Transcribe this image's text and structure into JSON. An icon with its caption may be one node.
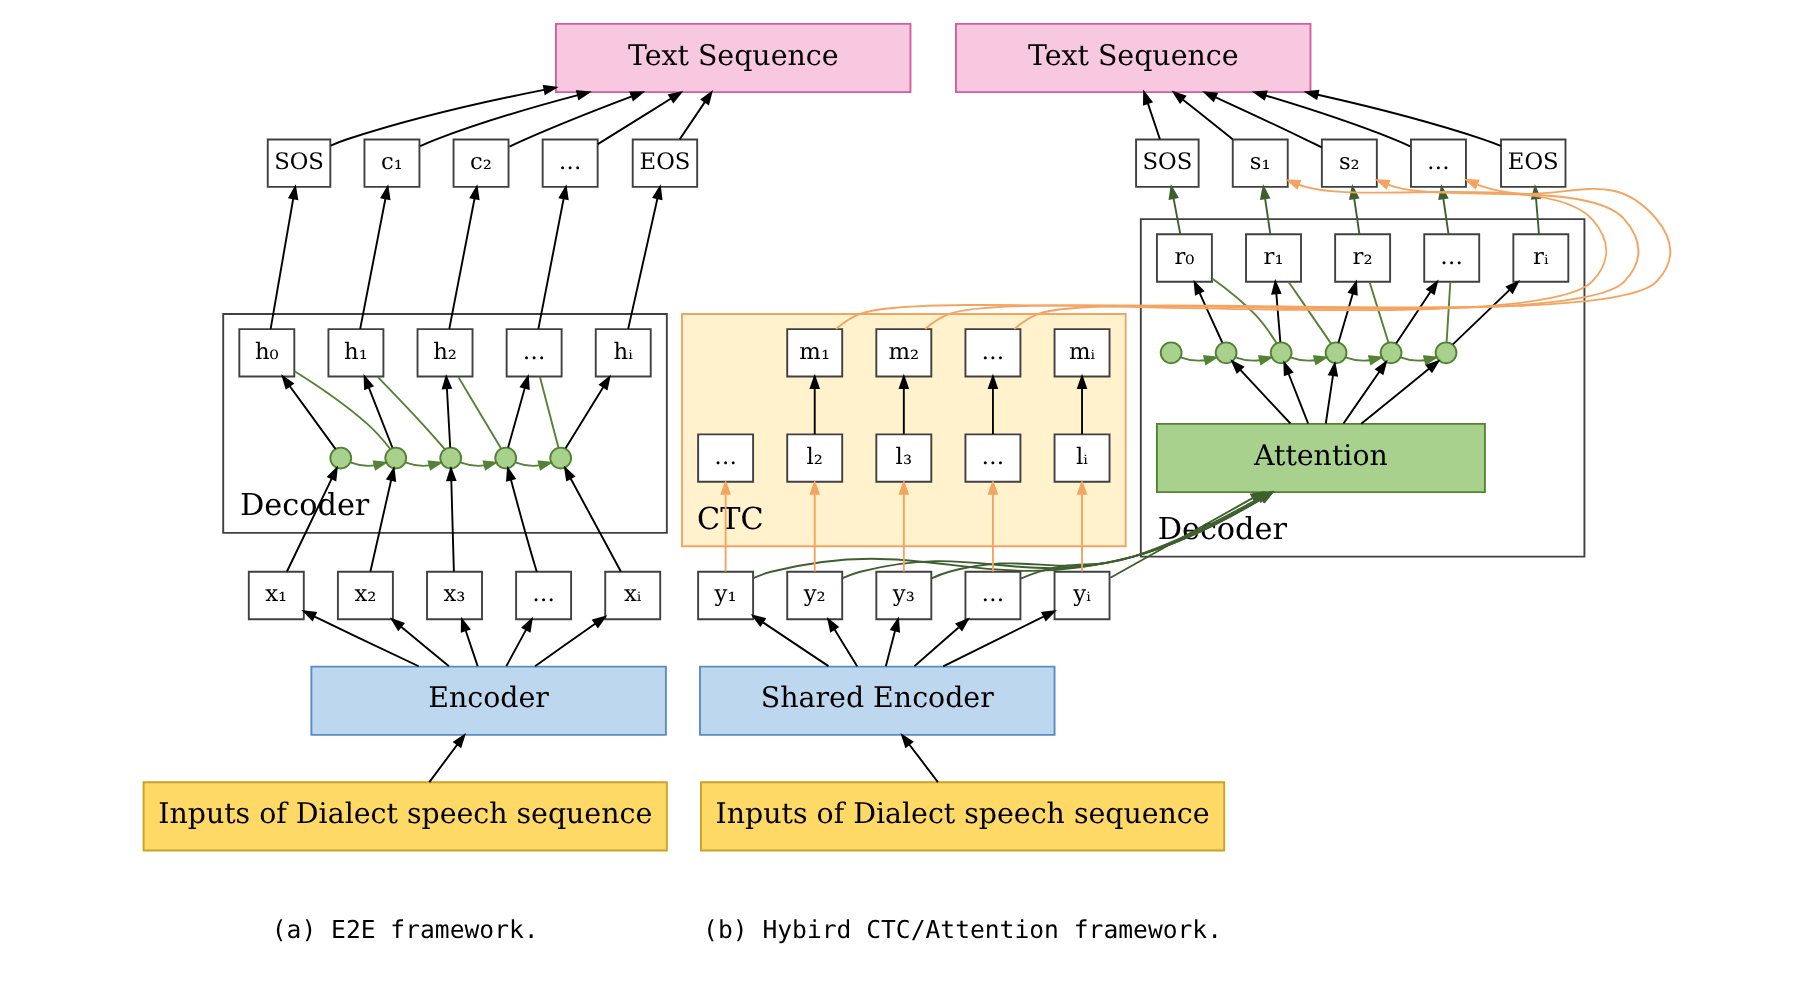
{
  "diagram": {
    "nodes": [
      {
        "text": [
          "Text Sequence"
        ]
      },
      {
        "text": [
          "SOS"
        ]
      },
      {
        "text": [
          "c₁"
        ]
      },
      {
        "text": [
          "c₂"
        ]
      },
      {
        "text": [
          "…"
        ]
      },
      {
        "text": [
          "EOS"
        ]
      },
      {
        "text": [
          "Decoder"
        ]
      },
      {
        "text": [
          "h₀"
        ],
        "in": 6
      },
      {
        "text": [
          "h₁"
        ],
        "in": 6
      },
      {
        "text": [
          "h₂"
        ],
        "in": 6
      },
      {
        "text": [
          "…"
        ],
        "in": 6
      },
      {
        "text": [
          "hᵢ"
        ],
        "in": 6
      },
      {
        "text": [],
        "shape": "circle",
        "in": 6
      },
      {
        "text": [],
        "shape": "circle",
        "in": 6
      },
      {
        "text": [],
        "shape": "circle",
        "in": 6
      },
      {
        "text": [],
        "shape": "circle",
        "in": 6
      },
      {
        "text": [],
        "shape": "circle",
        "in": 6
      },
      {
        "text": [
          "x₁"
        ]
      },
      {
        "text": [
          "x₂"
        ]
      },
      {
        "text": [
          "x₃"
        ]
      },
      {
        "text": [
          "…"
        ]
      },
      {
        "text": [
          "xᵢ"
        ]
      },
      {
        "text": [
          "Encoder"
        ]
      },
      {
        "text": [
          "Inputs of Dialect speech sequence"
        ]
      },
      {
        "text": [
          "Text Sequence"
        ]
      },
      {
        "text": [
          "SOS"
        ]
      },
      {
        "text": [
          "s₁"
        ]
      },
      {
        "text": [
          "s₂"
        ]
      },
      {
        "text": [
          "…"
        ]
      },
      {
        "text": [
          "EOS"
        ]
      },
      {
        "text": [
          "Decoder"
        ]
      },
      {
        "text": [
          "r₀"
        ],
        "in": 30
      },
      {
        "text": [
          "r₁"
        ],
        "in": 30
      },
      {
        "text": [
          "r₂"
        ],
        "in": 30
      },
      {
        "text": [
          "…"
        ],
        "in": 30
      },
      {
        "text": [
          "rᵢ"
        ],
        "in": 30
      },
      {
        "text": [],
        "shape": "circle",
        "in": 30
      },
      {
        "text": [],
        "shape": "circle",
        "in": 30
      },
      {
        "text": [],
        "shape": "circle",
        "in": 30
      },
      {
        "text": [],
        "shape": "circle",
        "in": 30
      },
      {
        "text": [],
        "shape": "circle",
        "in": 30
      },
      {
        "text": [],
        "shape": "circle",
        "in": 30
      },
      {
        "text": [
          "Attention"
        ],
        "in": 30
      },
      {
        "text": [
          "CTC"
        ]
      },
      {
        "text": [
          "m₁"
        ],
        "in": 43
      },
      {
        "text": [
          "m₂"
        ],
        "in": 43
      },
      {
        "text": [
          "…"
        ],
        "in": 43
      },
      {
        "text": [
          "mᵢ"
        ],
        "in": 43
      },
      {
        "text": [
          "…"
        ],
        "in": 43
      },
      {
        "text": [
          "l₂"
        ],
        "in": 43
      },
      {
        "text": [
          "l₃"
        ],
        "in": 43
      },
      {
        "text": [
          "…"
        ],
        "in": 43
      },
      {
        "text": [
          "lᵢ"
        ],
        "in": 43
      },
      {
        "text": [
          "y₁"
        ]
      },
      {
        "text": [
          "y₂"
        ]
      },
      {
        "text": [
          "y₃"
        ]
      },
      {
        "text": [
          "…"
        ]
      },
      {
        "text": [
          "yᵢ"
        ]
      },
      {
        "text": [
          "Shared Encoder"
        ]
      },
      {
        "text": [
          "Inputs of Dialect speech sequence"
        ]
      }
    ],
    "edges": [
      {
        "from": 23,
        "to": 22,
        "arrow": "to"
      },
      {
        "from": 22,
        "to": 17,
        "arrow": "to"
      },
      {
        "from": 22,
        "to": 18,
        "arrow": "to"
      },
      {
        "from": 22,
        "to": 19,
        "arrow": "to"
      },
      {
        "from": 22,
        "to": 20,
        "arrow": "to"
      },
      {
        "from": 22,
        "to": 21,
        "arrow": "to"
      },
      {
        "from": 17,
        "to": 12,
        "arrow": "to"
      },
      {
        "from": 18,
        "to": 13,
        "arrow": "to"
      },
      {
        "from": 19,
        "to": 14,
        "arrow": "to"
      },
      {
        "from": 20,
        "to": 15,
        "arrow": "to"
      },
      {
        "from": 21,
        "to": 16,
        "arrow": "to"
      },
      {
        "from": 12,
        "to": 7,
        "arrow": "to"
      },
      {
        "from": 13,
        "to": 8,
        "arrow": "to"
      },
      {
        "from": 14,
        "to": 9,
        "arrow": "to"
      },
      {
        "from": 15,
        "to": 10,
        "arrow": "to"
      },
      {
        "from": 16,
        "to": 11,
        "arrow": "to"
      },
      {
        "from": 12,
        "to": 13,
        "arrow": "to",
        "color": "#548235"
      },
      {
        "from": 13,
        "to": 14,
        "arrow": "to",
        "color": "#548235"
      },
      {
        "from": 14,
        "to": 15,
        "arrow": "to",
        "color": "#548235"
      },
      {
        "from": 15,
        "to": 16,
        "arrow": "to",
        "color": "#548235"
      },
      {
        "from": 7,
        "to": 13,
        "arrow": "none",
        "color": "#548235"
      },
      {
        "from": 8,
        "to": 14,
        "arrow": "none",
        "color": "#548235"
      },
      {
        "from": 9,
        "to": 15,
        "arrow": "none",
        "color": "#548235"
      },
      {
        "from": 10,
        "to": 16,
        "arrow": "none",
        "color": "#548235"
      },
      {
        "from": 7,
        "to": 1,
        "arrow": "to"
      },
      {
        "from": 8,
        "to": 2,
        "arrow": "to"
      },
      {
        "from": 9,
        "to": 3,
        "arrow": "to"
      },
      {
        "from": 10,
        "to": 4,
        "arrow": "to"
      },
      {
        "from": 11,
        "to": 5,
        "arrow": "to"
      },
      {
        "from": 1,
        "to": 0,
        "arrow": "to"
      },
      {
        "from": 2,
        "to": 0,
        "arrow": "to"
      },
      {
        "from": 3,
        "to": 0,
        "arrow": "to"
      },
      {
        "from": 4,
        "to": 0,
        "arrow": "to"
      },
      {
        "from": 5,
        "to": 0,
        "arrow": "to"
      },
      {
        "from": 59,
        "to": 58,
        "arrow": "to"
      },
      {
        "from": 58,
        "to": 53,
        "arrow": "to"
      },
      {
        "from": 58,
        "to": 54,
        "arrow": "to"
      },
      {
        "from": 58,
        "to": 55,
        "arrow": "to"
      },
      {
        "from": 58,
        "to": 56,
        "arrow": "to"
      },
      {
        "from": 58,
        "to": 57,
        "arrow": "to"
      },
      {
        "from": 53,
        "to": 42,
        "arrow": "to",
        "color": "#3e5f2e"
      },
      {
        "from": 54,
        "to": 42,
        "arrow": "to",
        "color": "#3e5f2e"
      },
      {
        "from": 55,
        "to": 42,
        "arrow": "to",
        "color": "#3e5f2e"
      },
      {
        "from": 56,
        "to": 42,
        "arrow": "to",
        "color": "#3e5f2e"
      },
      {
        "from": 57,
        "to": 42,
        "arrow": "to",
        "color": "#3e5f2e"
      },
      {
        "from": 53,
        "to": 48,
        "arrow": "to",
        "color": "#f4a460"
      },
      {
        "from": 54,
        "to": 49,
        "arrow": "to",
        "color": "#f4a460"
      },
      {
        "from": 55,
        "to": 50,
        "arrow": "to",
        "color": "#f4a460"
      },
      {
        "from": 56,
        "to": 51,
        "arrow": "to",
        "color": "#f4a460"
      },
      {
        "from": 57,
        "to": 52,
        "arrow": "to",
        "color": "#f4a460"
      },
      {
        "from": 42,
        "to": 37,
        "arrow": "to"
      },
      {
        "from": 42,
        "to": 38,
        "arrow": "to"
      },
      {
        "from": 42,
        "to": 39,
        "arrow": "to"
      },
      {
        "from": 42,
        "to": 40,
        "arrow": "to"
      },
      {
        "from": 42,
        "to": 41,
        "arrow": "to"
      },
      {
        "from": 36,
        "to": 37,
        "arrow": "to",
        "color": "#548235"
      },
      {
        "from": 37,
        "to": 38,
        "arrow": "to",
        "color": "#548235"
      },
      {
        "from": 38,
        "to": 39,
        "arrow": "to",
        "color": "#548235"
      },
      {
        "from": 39,
        "to": 40,
        "arrow": "to",
        "color": "#548235"
      },
      {
        "from": 40,
        "to": 41,
        "arrow": "to",
        "color": "#548235"
      },
      {
        "from": 37,
        "to": 31,
        "arrow": "to"
      },
      {
        "from": 38,
        "to": 32,
        "arrow": "to"
      },
      {
        "from": 39,
        "to": 33,
        "arrow": "to"
      },
      {
        "from": 40,
        "to": 34,
        "arrow": "to"
      },
      {
        "from": 41,
        "to": 35,
        "arrow": "to"
      },
      {
        "from": 31,
        "to": 38,
        "arrow": "none",
        "color": "#548235"
      },
      {
        "from": 32,
        "to": 39,
        "arrow": "none",
        "color": "#548235"
      },
      {
        "from": 33,
        "to": 40,
        "arrow": "none",
        "color": "#548235"
      },
      {
        "from": 34,
        "to": 41,
        "arrow": "none",
        "color": "#548235"
      },
      {
        "from": 31,
        "to": 25,
        "arrow": "to",
        "color": "#3e5f2e"
      },
      {
        "from": 32,
        "to": 26,
        "arrow": "to",
        "color": "#3e5f2e"
      },
      {
        "from": 33,
        "to": 27,
        "arrow": "to",
        "color": "#3e5f2e"
      },
      {
        "from": 34,
        "to": 28,
        "arrow": "to",
        "color": "#3e5f2e"
      },
      {
        "from": 35,
        "to": 29,
        "arrow": "to",
        "color": "#3e5f2e"
      },
      {
        "from": 49,
        "to": 44,
        "arrow": "to"
      },
      {
        "from": 50,
        "to": 45,
        "arrow": "to"
      },
      {
        "from": 51,
        "to": 46,
        "arrow": "to"
      },
      {
        "from": 52,
        "to": 47,
        "arrow": "to"
      },
      {
        "from": 44,
        "to": 26,
        "arrow": "to",
        "color": "#f4a460"
      },
      {
        "from": 45,
        "to": 27,
        "arrow": "to",
        "color": "#f4a460"
      },
      {
        "from": 46,
        "to": 28,
        "arrow": "to",
        "color": "#f4a460"
      },
      {
        "from": 25,
        "to": 24,
        "arrow": "to"
      },
      {
        "from": 26,
        "to": 24,
        "arrow": "to"
      },
      {
        "from": 27,
        "to": 24,
        "arrow": "to"
      },
      {
        "from": 28,
        "to": 24,
        "arrow": "to"
      },
      {
        "from": 29,
        "to": 24,
        "arrow": "to"
      }
    ],
    "labels": [
      "(a) E2E framework.",
      "(b) Hybird CTC/Attention framework."
    ]
  }
}
